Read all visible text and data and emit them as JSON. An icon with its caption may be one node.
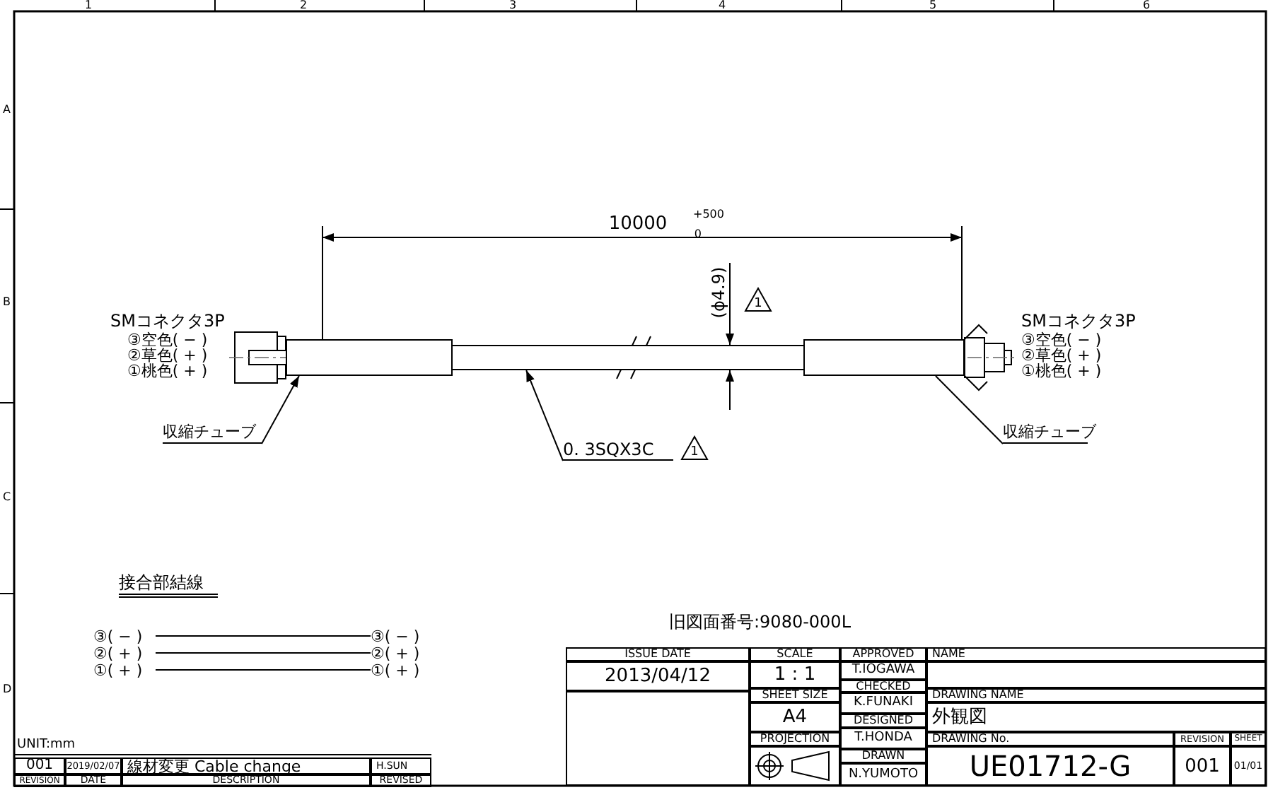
{
  "diagram": {
    "nodes": [
      {
        "text": [
          "収縮チューブ"
        ]
      },
      {
        "text": [],
        "shape": "bar"
      },
      {
        "text": [
          "0. 3SQX3C"
        ]
      },
      {
        "text": [],
        "shape": "bar"
      },
      {
        "text": [
          "収縮チューブ"
        ]
      },
      {
        "text": [],
        "shape": "bar"
      },
      {
        "text": [
          "③( − )"
        ]
      },
      {
        "text": [
          "②( + )"
        ]
      },
      {
        "text": [
          "①( + )"
        ]
      },
      {
        "text": [
          "③( − )"
        ]
      },
      {
        "text": [
          "②( + )"
        ]
      },
      {
        "text": [
          "①( + )"
        ]
      }
    ],
    "edges": [
      {
        "from": 0,
        "to": 1,
        "arrow": "to"
      },
      {
        "from": 2,
        "to": 3,
        "arrow": "to"
      },
      {
        "from": 4,
        "to": 5,
        "arrow": "none"
      },
      {
        "from": 6,
        "to": 9,
        "arrow": "none"
      },
      {
        "from": 7,
        "to": 10,
        "arrow": "none"
      },
      {
        "from": 8,
        "to": 11,
        "arrow": "none"
      }
    ],
    "labels": [
      "1",
      "2",
      "3",
      "4",
      "5",
      "6",
      "A",
      "10000$_{0}$$^{+500}$",
      "B",
      "(ϕ4.9)",
      "1",
      "SMコネクタ3P",
      "③空色( − )",
      "②草色( + )",
      "①桃色( + )",
      "SMコネクタ3P",
      "③空色( − )",
      "②草色( + )",
      "①桃色( + )",
      "1",
      "C",
      "接合部結線",
      "旧図面番号:9080-000L",
      "D",
      "ISSUE DATE",
      "SCALE",
      "APPROVED",
      "NAME",
      "2013/04/12",
      "1 : 1",
      "T.IOGAWA",
      "CHECKED",
      "SHEET SIZE",
      "K.FUNAKI",
      "DRAWING NAME",
      "A4",
      "DESIGNED",
      "外観図",
      "PROJECTION",
      "T.HONDA",
      "DRAWING No.",
      "REVISION",
      "SHEET",
      "DRAWN",
      "UE01712-G",
      "001",
      "01/01",
      "N.YUMOTO",
      "UNIT:mm",
      "001",
      "2019/02/07",
      "線材変更 Cable change",
      "H.SUN",
      "REVISION",
      "DATE",
      "DESCRIPTION",
      "REVISED"
    ]
  }
}
